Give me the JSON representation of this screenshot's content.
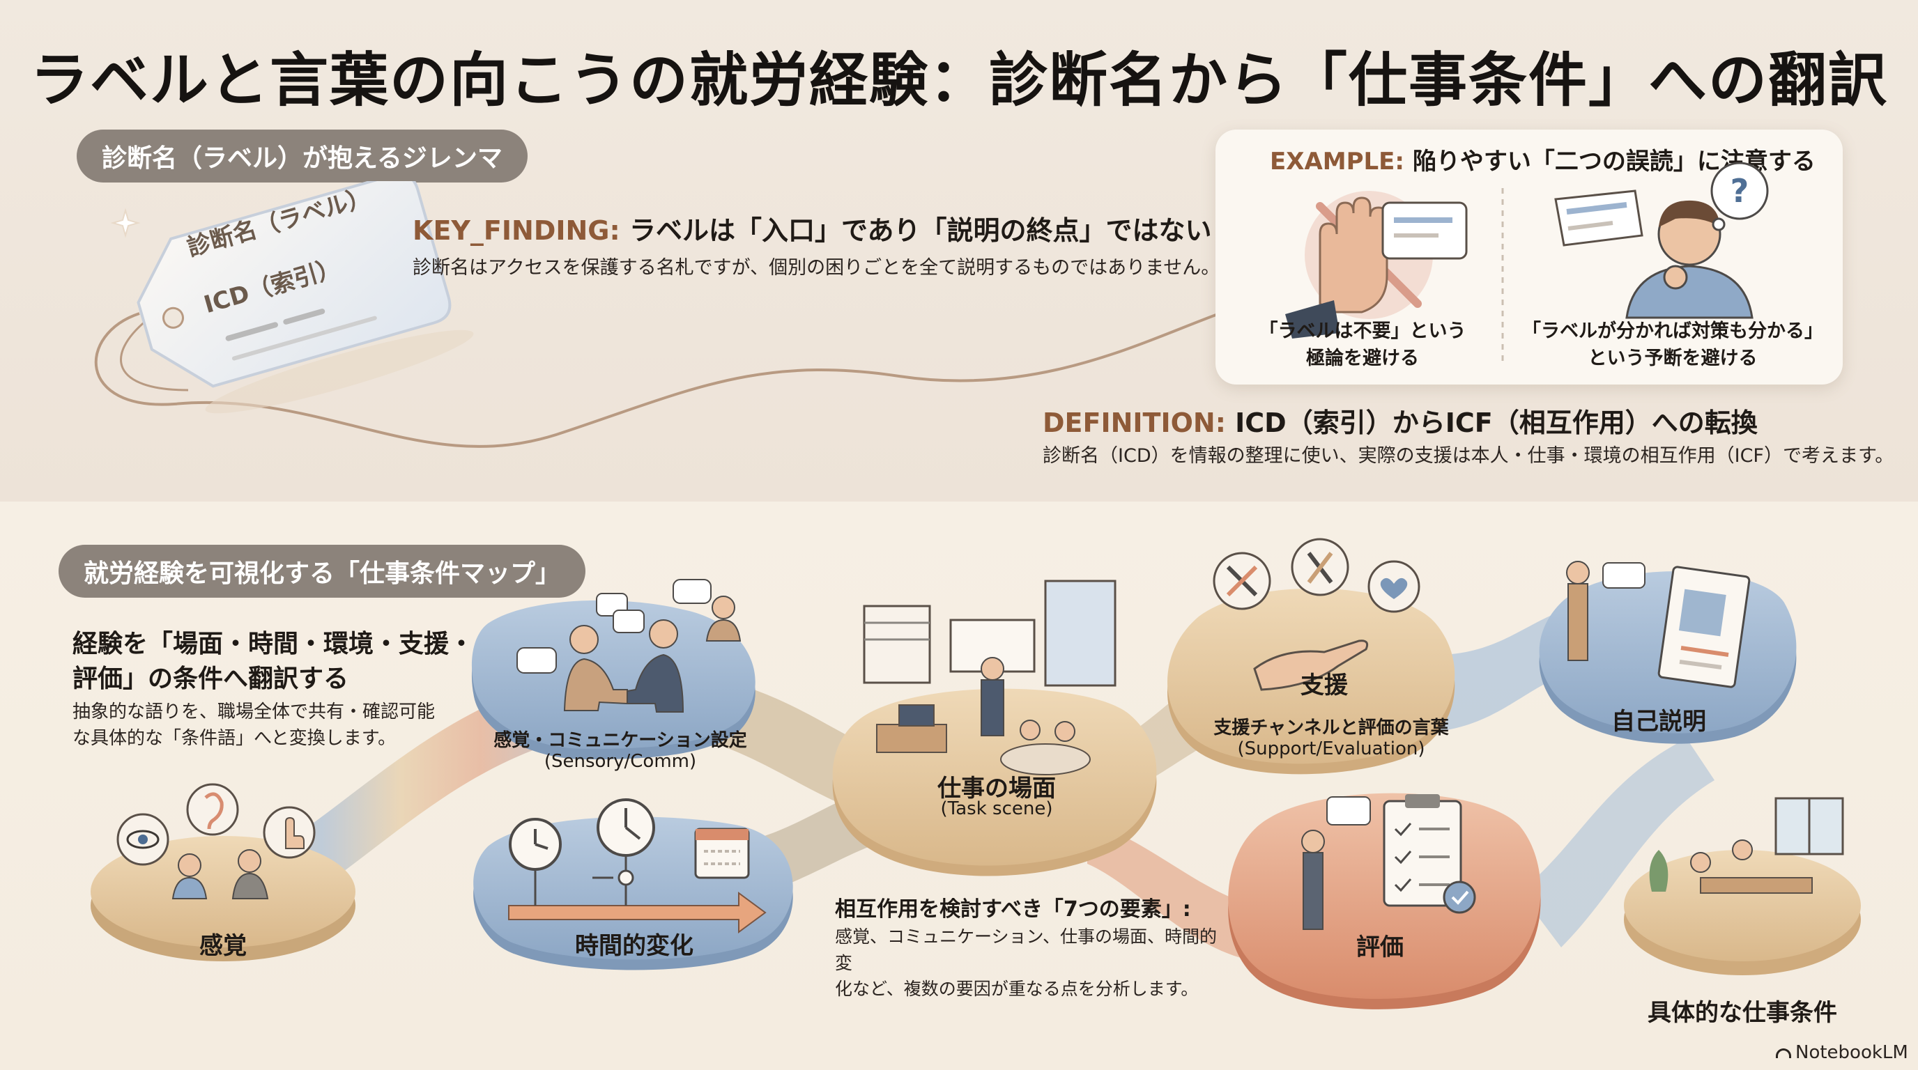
{
  "title": "ラベルと言葉の向こうの就労経験：診断名から「仕事条件」への翻訳",
  "colors": {
    "accent_brown": "#8e5a38",
    "pill_gray": "#8c837b",
    "blue_node": "#9fb6cf",
    "tan_node": "#e5c99f",
    "coral_node": "#e2a084"
  },
  "section1": {
    "pill": "診断名（ラベル）が抱えるジレンマ",
    "tag_line1": "診断名（ラベル）",
    "tag_line2": "ICD（索引）",
    "key_finding_label": "KEY_FINDING:",
    "key_finding_title": "ラベルは「入口」であり「説明の終点」ではない",
    "key_finding_body": "診断名はアクセスを保護する名札ですが、個別の困りごとを全て説明するものではありません。",
    "example_label": "EXAMPLE:",
    "example_title": "陥りやすい「二つの誤読」に注意する",
    "example_left_line1": "「ラベルは不要」という",
    "example_left_line2": "極論を避ける",
    "example_right_line1": "「ラベルが分かれば対策も分かる」",
    "example_right_line2": "という予断を避ける",
    "definition_label": "DEFINITION:",
    "definition_title": "ICD（索引）からICF（相互作用）への転換",
    "definition_body": "診断名（ICD）を情報の整理に使い、実際の支援は本人・仕事・環境の相互作用（ICF）で考えます。"
  },
  "section2": {
    "pill": "就労経験を可視化する「仕事条件マップ」",
    "heading_line1": "経験を「場面・時間・環境・支援・",
    "heading_line2": "評価」の条件へ翻訳する",
    "body_line1": "抽象的な語りを、職場全体で共有・確認可能",
    "body_line2": "な具体的な「条件語」へと変換します。",
    "nodes": {
      "sense": "感覚",
      "sensory_comm": "感覚・コミュニケーション設定",
      "sensory_comm_en": "(Sensory/Comm)",
      "time": "時間的変化",
      "task": "仕事の場面",
      "task_en": "(Task scene)",
      "support": "支援",
      "support_channel": "支援チャンネルと評価の言葉",
      "support_channel_en": "(Support/Evaluation)",
      "evaluation": "評価",
      "self_explain": "自己説明",
      "conditions": "具体的な仕事条件"
    },
    "seven_title": "相互作用を検討すべき「7つの要素」:",
    "seven_body_line1": "感覚、コミュニケーション、仕事の場面、時間的変",
    "seven_body_line2": "化など、複数の要因が重なる点を分析します。"
  },
  "icons": [
    "sparkle-icon",
    "label-tag-icon",
    "stop-hand-icon",
    "speech-card-icon",
    "thinking-person-icon",
    "question-bubble-icon",
    "eye-icon",
    "ear-icon",
    "touch-icon",
    "handshake-icon",
    "clock-icon",
    "calendar-icon",
    "tools-icon",
    "utensils-icon",
    "heart-hand-icon",
    "clipboard-icon",
    "profile-doc-icon",
    "office-icon",
    "notebook-icon"
  ],
  "brand": "NotebookLM"
}
